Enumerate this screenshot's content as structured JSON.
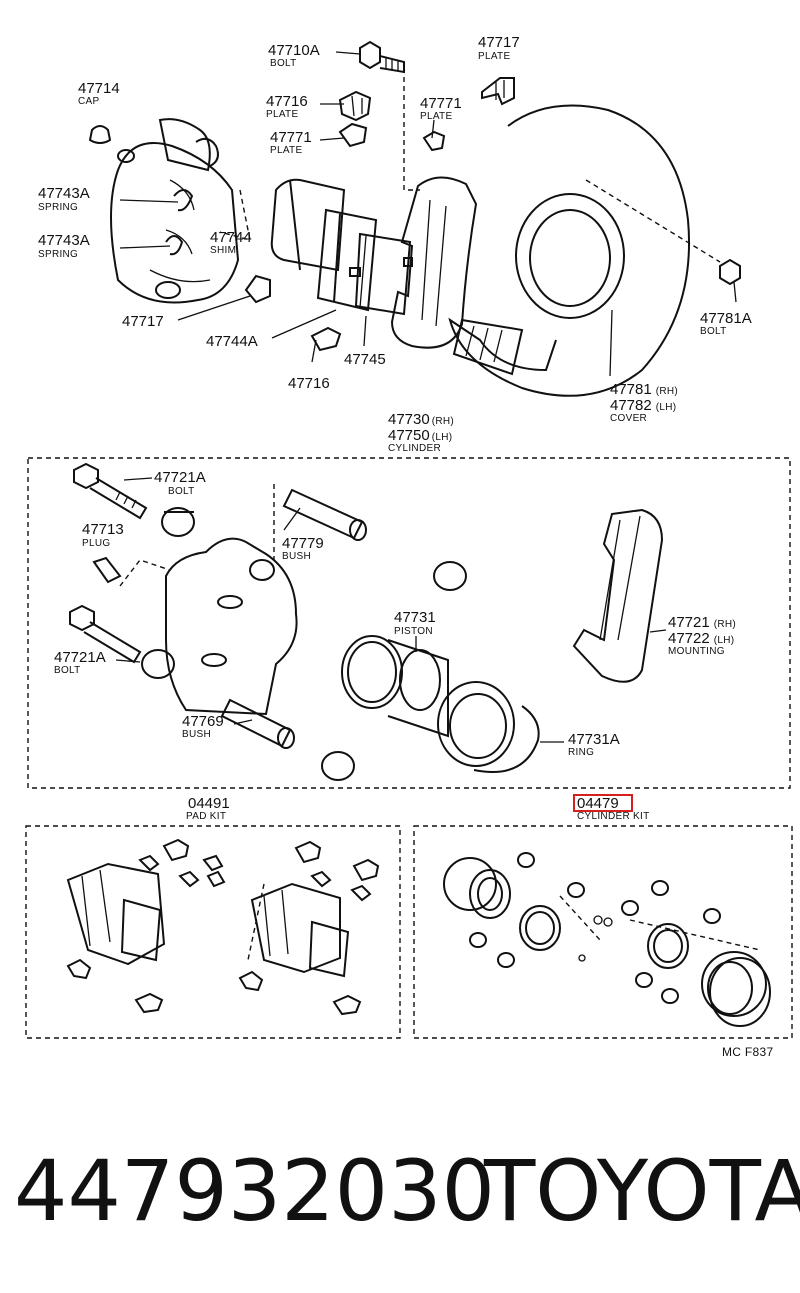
{
  "top_labels": {
    "bolt_47710a": {
      "number": "47710A",
      "sub": "BOLT"
    },
    "plate_47717_top": {
      "number": "47717",
      "sub": "PLATE"
    },
    "cap_47714": {
      "number": "47714",
      "sub": "CAP"
    },
    "plate_47716_top": {
      "number": "47716",
      "sub": "PLATE"
    },
    "plate_47771_right": {
      "number": "47771",
      "sub": "PLATE"
    },
    "plate_47771_left": {
      "number": "47771",
      "sub": "PLATE"
    },
    "spring_47743a_1": {
      "number": "47743A",
      "sub": "SPRING"
    },
    "spring_47743a_2": {
      "number": "47743A",
      "sub": "SPRING"
    },
    "shim_47744": {
      "number": "47744",
      "sub": "SHIM"
    },
    "bolt_47781a": {
      "number": "47781A",
      "sub": "BOLT"
    },
    "plate_47717_low": {
      "number": "47717",
      "sub": ""
    },
    "shim_47744a": {
      "number": "47744A",
      "sub": ""
    },
    "pad_47745": {
      "number": "47745",
      "sub": ""
    },
    "plate_47716_low": {
      "number": "47716",
      "sub": ""
    },
    "cover_47781": {
      "number": "47781",
      "suffix": "(RH)"
    },
    "cover_47782": {
      "number": "47782",
      "suffix": "(LH)",
      "sub": "COVER"
    },
    "cylinder_47730": {
      "number": "47730",
      "suffix": "(RH)"
    },
    "cylinder_47750": {
      "number": "47750",
      "suffix": "(LH)",
      "sub": "CYLINDER"
    }
  },
  "mid_labels": {
    "bolt_47721a_top": {
      "number": "47721A",
      "sub": "BOLT"
    },
    "plug_47713": {
      "number": "47713",
      "sub": "PLUG"
    },
    "bush_47779": {
      "number": "47779",
      "sub": "BUSH"
    },
    "piston_47731": {
      "number": "47731",
      "sub": "PISTON"
    },
    "mounting_47721": {
      "number": "47721",
      "suffix": "(RH)"
    },
    "mounting_47722": {
      "number": "47722",
      "suffix": "(LH)",
      "sub": "MOUNTING"
    },
    "bolt_47721a_low": {
      "number": "47721A",
      "sub": "BOLT"
    },
    "bush_47769": {
      "number": "47769",
      "sub": "BUSH"
    },
    "ring_47731a": {
      "number": "47731A",
      "sub": "RING"
    }
  },
  "kits": {
    "pad_kit": {
      "number": "04491",
      "sub": "PAD KIT"
    },
    "cylinder_kit": {
      "number": "04479",
      "sub": "CYLINDER KIT",
      "highlight_color": "#d62020"
    }
  },
  "diagram_code": "MC F837",
  "caption": {
    "part_number": "447932030",
    "brand": "TOYOTA"
  }
}
